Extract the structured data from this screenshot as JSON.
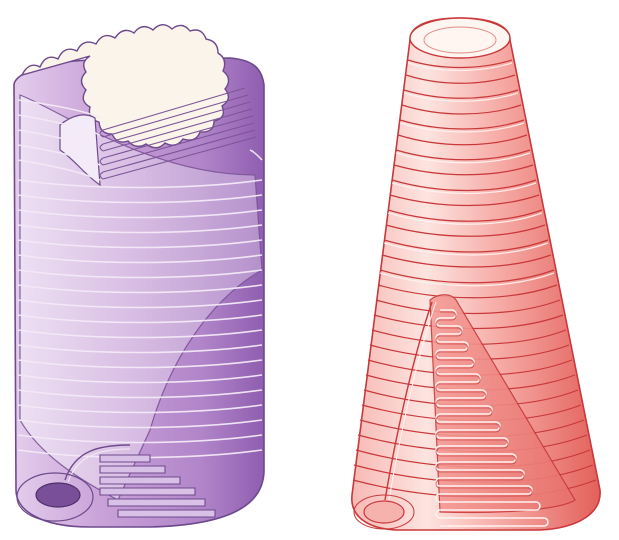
{
  "figure": {
    "panels": [
      {
        "id": "left",
        "shape": "cylinder-with-inner-cone",
        "palette": {
          "fill": "#c9a2d8",
          "fill_dark": "#9d6cba",
          "fill_light": "#e6d3ee",
          "stroke": "#6e4a8d",
          "line": "#f4eaf7",
          "top_fill": "#faf4ea"
        }
      },
      {
        "id": "right",
        "shape": "cone",
        "palette": {
          "fill": "#f29a96",
          "fill_dark": "#e0524f",
          "fill_light": "#fde3e0",
          "stroke": "#c9383a",
          "line": "#fff3f2",
          "top_fill": "#fff6f2"
        }
      }
    ]
  }
}
